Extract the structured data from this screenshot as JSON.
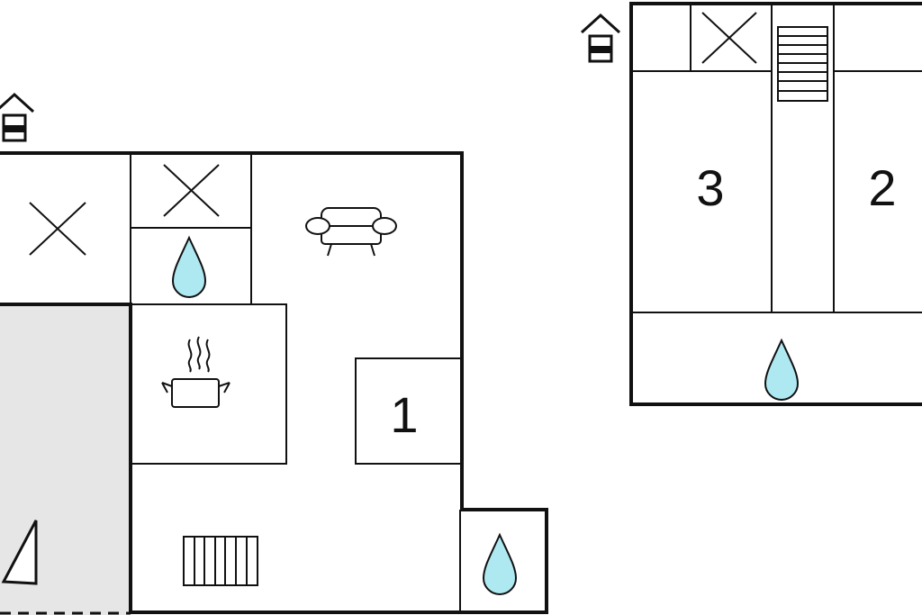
{
  "floor_plan": {
    "ground_floor": {
      "level_icon": "floor-level-ground-icon",
      "rooms": [
        {
          "id": "bedroom-1",
          "label": "1",
          "icon": ""
        },
        {
          "id": "living-room",
          "label": "",
          "icon": "sofa-icon"
        },
        {
          "id": "kitchen",
          "label": "",
          "icon": "cooking-pot-icon"
        },
        {
          "id": "bathroom-upper",
          "label": "",
          "icon": "water-drop-icon"
        },
        {
          "id": "bathroom-lower",
          "label": "",
          "icon": "water-drop-icon"
        },
        {
          "id": "storage-left",
          "label": "",
          "icon": "cross-icon"
        },
        {
          "id": "storage-middle",
          "label": "",
          "icon": "cross-icon"
        },
        {
          "id": "terrace",
          "label": "",
          "icon": "terrace-icon"
        },
        {
          "id": "radiator",
          "label": "",
          "icon": "radiator-icon"
        }
      ]
    },
    "upper_floor": {
      "level_icon": "floor-level-upper-icon",
      "rooms": [
        {
          "id": "bedroom-3",
          "label": "3",
          "icon": ""
        },
        {
          "id": "bedroom-2",
          "label": "2",
          "icon": ""
        },
        {
          "id": "bathroom",
          "label": "",
          "icon": "water-drop-icon"
        },
        {
          "id": "staircase",
          "label": "",
          "icon": "stairs-icon"
        },
        {
          "id": "storage",
          "label": "",
          "icon": "cross-icon"
        }
      ]
    },
    "colors": {
      "wall": "#111111",
      "water": "#aee9f2",
      "terrace": "#e6e6e6"
    }
  }
}
